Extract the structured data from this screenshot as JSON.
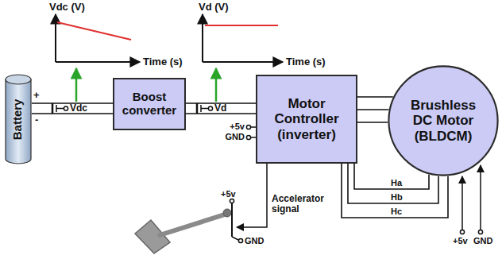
{
  "diagram": {
    "nodes": [
      {
        "text": [
          "Battery"
        ]
      },
      {
        "text": [
          "Boost converter"
        ]
      },
      {
        "text": [
          "Motor Controller (inverter)"
        ]
      },
      {
        "text": [
          "Brushless DC Motor (BLDCM)"
        ]
      }
    ],
    "edges": [
      {
        "from": 0,
        "to": 1,
        "arrow": "none"
      },
      {
        "from": 1,
        "to": 2,
        "arrow": "none"
      },
      {
        "from": 2,
        "to": 3,
        "arrow": "none"
      },
      {
        "from": 3,
        "to": 2,
        "label": "Ha",
        "arrow": "none"
      },
      {
        "from": 3,
        "to": 2,
        "label": "Hb",
        "arrow": "none"
      },
      {
        "from": 3,
        "to": 2,
        "label": "Hc",
        "arrow": "none"
      }
    ],
    "labels": [
      "Vdc (V)",
      "Time (s)",
      "Vd (V)",
      "Time (s)",
      "+",
      "-",
      "Vdc",
      "Vd",
      "+5v",
      "GND",
      "Accelerator signal",
      "+5v",
      "GND",
      "+5v",
      "GND"
    ]
  }
}
